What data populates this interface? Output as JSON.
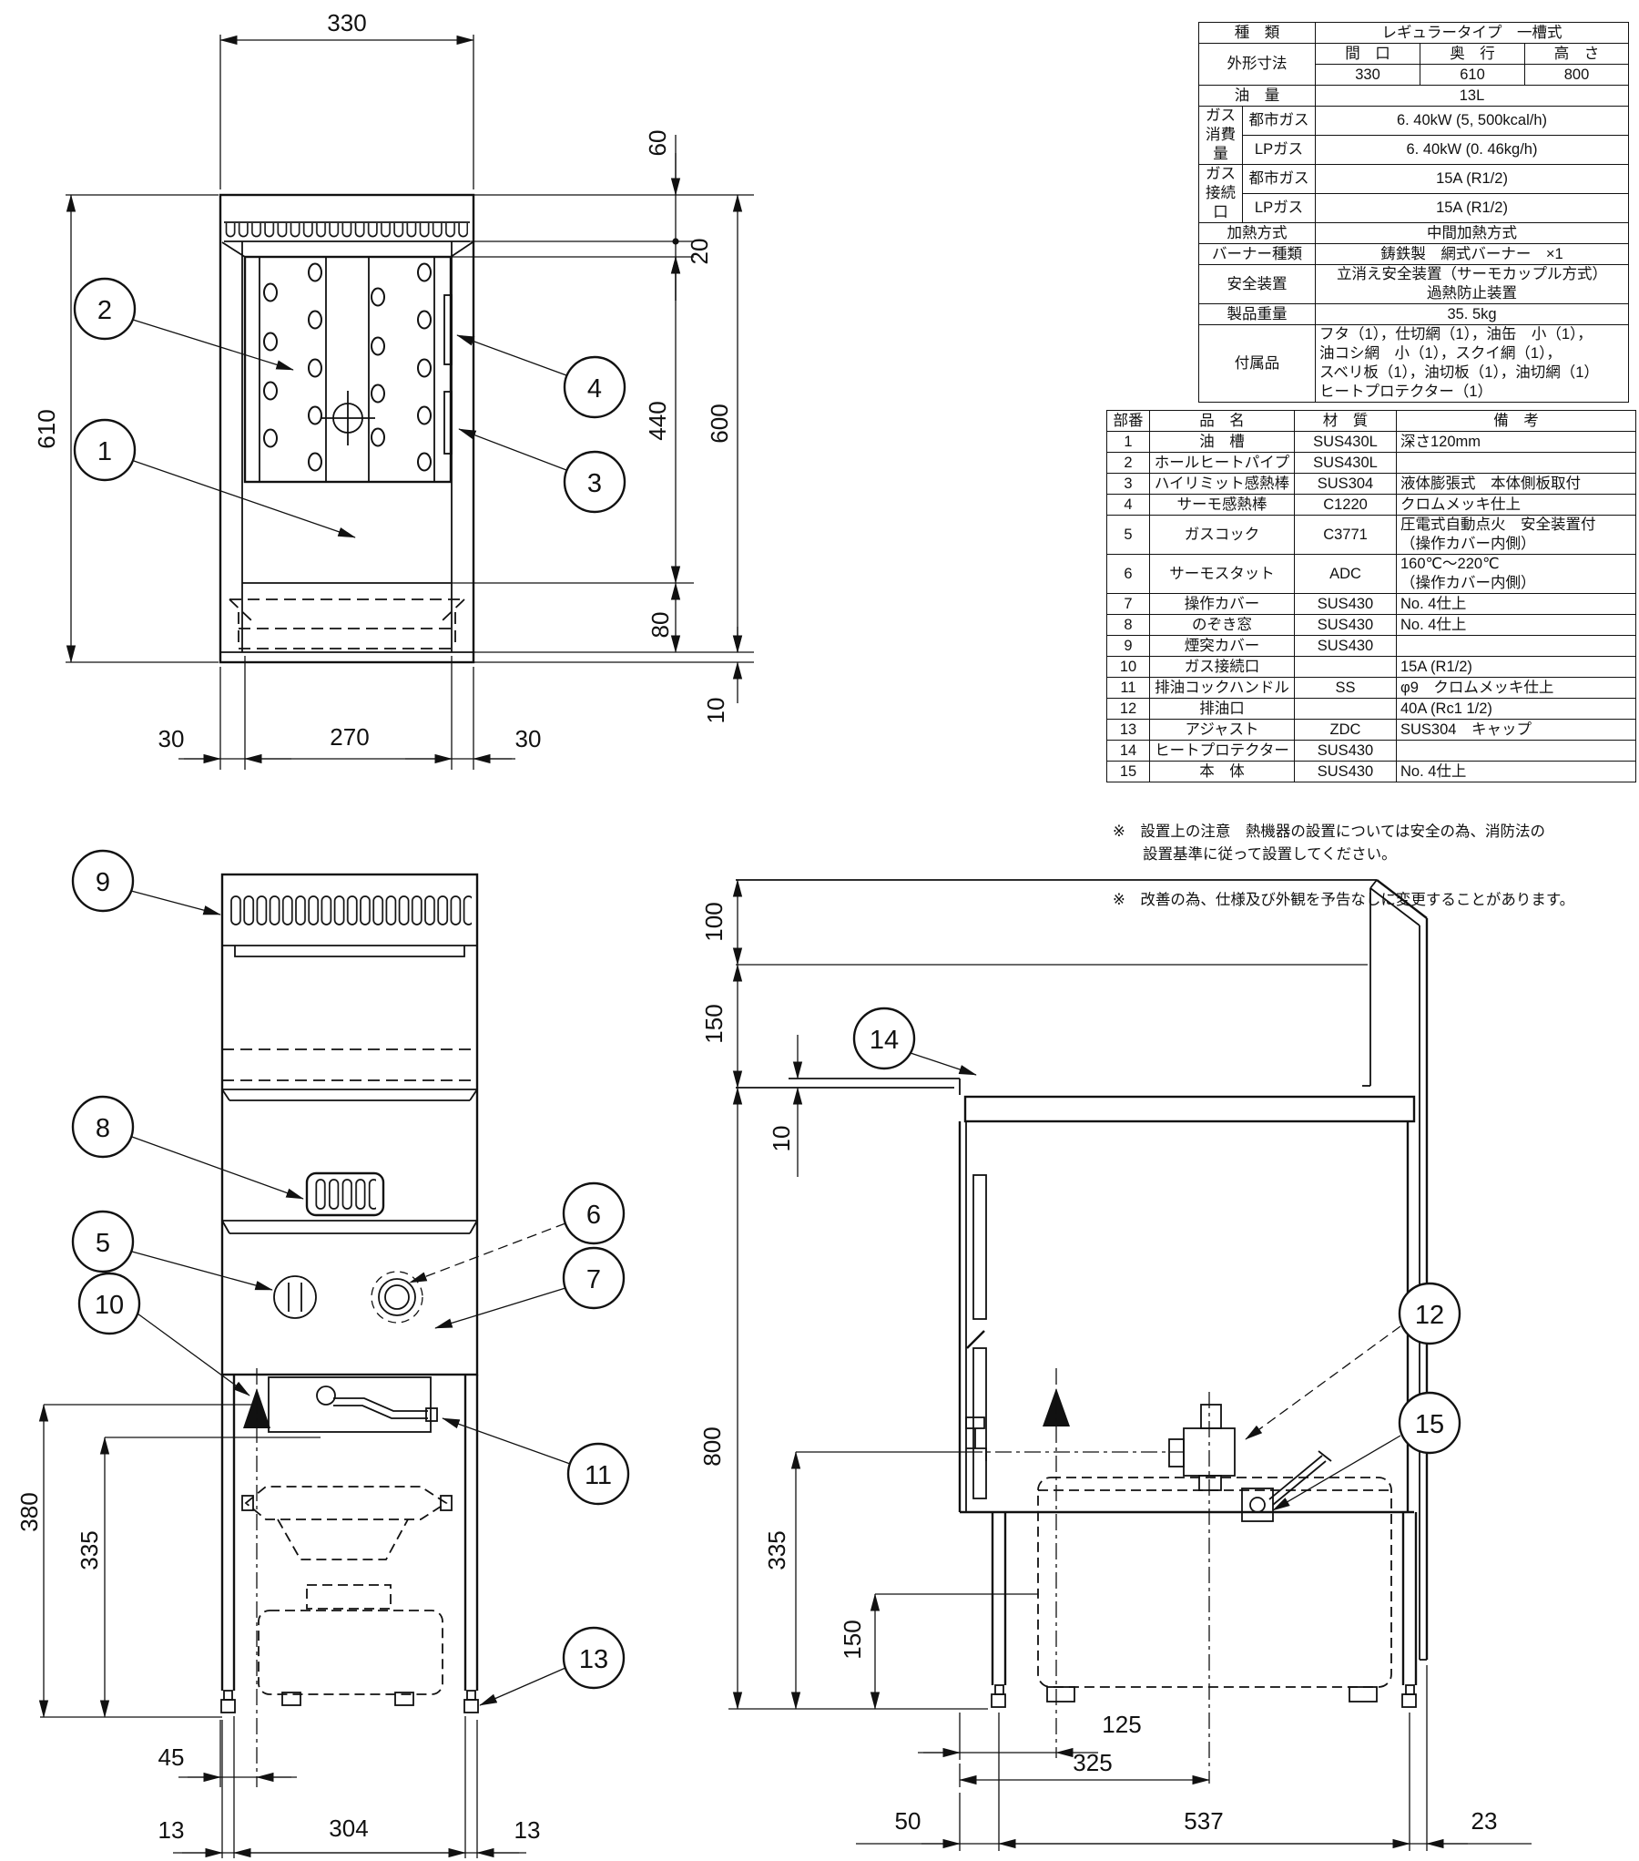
{
  "colors": {
    "line": "#111111",
    "background": "#ffffff"
  },
  "spec_table": {
    "kind_label": "種　類",
    "kind_value": "レギュラータイプ　一槽式",
    "dims_label": "外形寸法",
    "width_label": "間　口",
    "depth_label": "奥　行",
    "height_label": "高　さ",
    "width_value": "330",
    "depth_value": "610",
    "height_value": "800",
    "oil_label": "油　量",
    "oil_value": "13L",
    "gas_consumption_label": "ガス\n消費量",
    "city_gas_label": "都市ガス",
    "lp_gas_label": "LPガス",
    "consumption_city": "6. 40kW (5, 500kcal/h)",
    "consumption_lp": "6. 40kW (0. 46kg/h)",
    "gas_connection_label": "ガス\n接続口",
    "connection_city_label": "都市ガス",
    "connection_lp_label": "LPガス",
    "connection_city": "15A (R1/2)",
    "connection_lp": "15A (R1/2)",
    "heating_label": "加熱方式",
    "heating_value": "中間加熱方式",
    "burner_label": "バーナー種類",
    "burner_value": "鋳鉄製　網式バーナー　×1",
    "safety_label": "安全装置",
    "safety_value": "立消え安全装置（サーモカップル方式）\n過熱防止装置",
    "weight_label": "製品重量",
    "weight_value": "35. 5kg",
    "accessories_label": "付属品",
    "accessories_value": "フタ（1），仕切網（1），油缶　小（1），\n油コシ網　小（1），スクイ網（1），\nスベリ板（1），油切板（1），油切網（1）\nヒートプロテクター（1）"
  },
  "parts_table": {
    "headers": [
      "部番",
      "品　名",
      "材　質",
      "備　考"
    ],
    "rows": [
      [
        "1",
        "油　槽",
        "SUS430L",
        "深さ120mm"
      ],
      [
        "2",
        "ホールヒートパイプ",
        "SUS430L",
        ""
      ],
      [
        "3",
        "ハイリミット感熱棒",
        "SUS304",
        "液体膨張式　本体側板取付"
      ],
      [
        "4",
        "サーモ感熱棒",
        "C1220",
        "クロムメッキ仕上"
      ],
      [
        "5",
        "ガスコック",
        "C3771",
        "圧電式自動点火　安全装置付\n（操作カバー内側）"
      ],
      [
        "6",
        "サーモスタット",
        "ADC",
        "160℃～220℃\n（操作カバー内側）"
      ],
      [
        "7",
        "操作カバー",
        "SUS430",
        "No. 4仕上"
      ],
      [
        "8",
        "のぞき窓",
        "SUS430",
        "No. 4仕上"
      ],
      [
        "9",
        "煙突カバー",
        "SUS430",
        ""
      ],
      [
        "10",
        "ガス接続口",
        "",
        "15A (R1/2)"
      ],
      [
        "11",
        "排油コックハンドル",
        "SS",
        "φ9　クロムメッキ仕上"
      ],
      [
        "12",
        "排油口",
        "",
        "40A (Rc1 1/2)"
      ],
      [
        "13",
        "アジャスト",
        "ZDC",
        "SUS304　キャップ"
      ],
      [
        "14",
        "ヒートプロテクター",
        "SUS430",
        ""
      ],
      [
        "15",
        "本　体",
        "SUS430",
        "No. 4仕上"
      ]
    ]
  },
  "notes": [
    "※　設置上の注意　熱機器の設置については安全の為、消防法の\n　　設置基準に従って設置してください。",
    "※　改善の為、仕様及び外観を予告なしに変更することがあります。"
  ],
  "top_view": {
    "dims": {
      "width": "330",
      "depth": "610",
      "back": "60",
      "flue_gap": "20",
      "tank": "440",
      "inner": "600",
      "front": "80",
      "lip": "10",
      "bottom_left": "30",
      "bottom_center": "270",
      "bottom_right": "30"
    },
    "callouts": {
      "c1": "1",
      "c2": "2",
      "c3": "3",
      "c4": "4"
    }
  },
  "front_view": {
    "dims": {
      "gas_height": "380",
      "drain_height": "335",
      "gas_offset": "45",
      "leg_left": "13",
      "leg_span": "304",
      "leg_right": "13"
    },
    "callouts": {
      "c5": "5",
      "c6": "6",
      "c7": "7",
      "c8": "8",
      "c9": "9",
      "c10": "10",
      "c11": "11",
      "c13": "13"
    }
  },
  "side_view": {
    "dims": {
      "protector_top": "100",
      "protector_mid": "150",
      "counter_gap": "10",
      "height": "800",
      "drain_height": "335",
      "container_clearance": "150",
      "gas_depth": "125",
      "drain_depth": "325",
      "front_offset": "50",
      "leg_span": "537",
      "back_offset": "23"
    },
    "callouts": {
      "c12": "12",
      "c14": "14",
      "c15": "15"
    }
  }
}
